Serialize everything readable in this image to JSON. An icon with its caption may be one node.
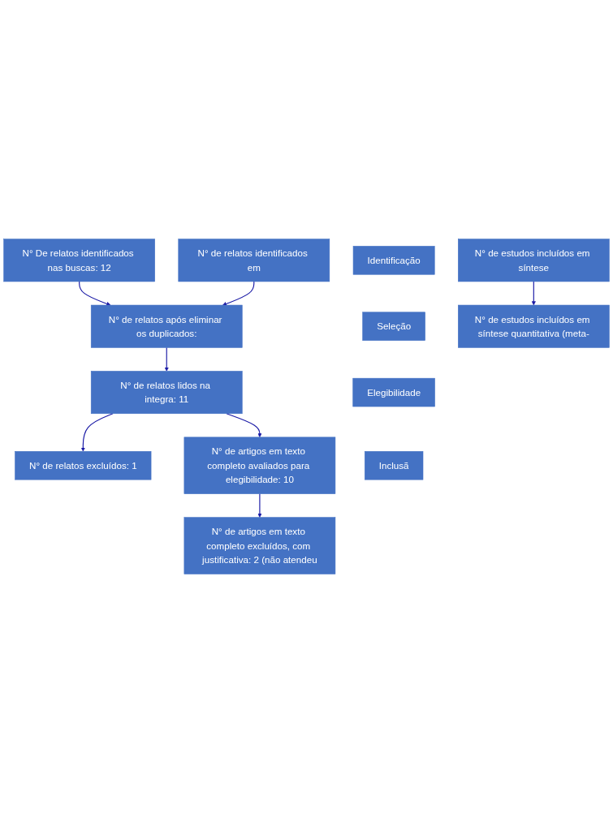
{
  "diagram": {
    "nodes": [
      {
        "text": [
          "Identificação"
        ]
      },
      {
        "text": [
          "N° De relatos identificados nas buscas: 12"
        ]
      },
      {
        "text": [
          "N° de relatos identificados em"
        ]
      },
      {
        "text": [
          "N° de relatos após eliminar os duplicados:"
        ]
      },
      {
        "text": [
          "Seleção"
        ]
      },
      {
        "text": [
          "N° de relatos lidos na integra: 11"
        ]
      },
      {
        "text": [
          "N° de relatos excluídos: 1"
        ]
      },
      {
        "text": [
          "N° de artigos em texto completo avaliados para elegibilidade: 10"
        ]
      },
      {
        "text": [
          "N° de artigos em texto completo excluídos, com justificativa: 2 (não atendeu"
        ]
      },
      {
        "text": [
          "Elegibilidade"
        ]
      },
      {
        "text": [
          "N° de estudos incluídos em síntese"
        ]
      },
      {
        "text": [
          "Inclusã"
        ]
      },
      {
        "text": [
          "N° de estudos incluídos em síntese quantitativa (meta-"
        ]
      }
    ],
    "edges": [
      {
        "from": 1,
        "to": 3,
        "arrow": "to"
      },
      {
        "from": 2,
        "to": 3,
        "arrow": "to"
      },
      {
        "from": 3,
        "to": 5,
        "arrow": "to"
      },
      {
        "from": 5,
        "to": 6,
        "arrow": "to"
      },
      {
        "from": 5,
        "to": 7,
        "arrow": "to"
      },
      {
        "from": 7,
        "to": 8,
        "arrow": "to"
      },
      {
        "from": 10,
        "to": 12,
        "arrow": "to"
      }
    ]
  }
}
